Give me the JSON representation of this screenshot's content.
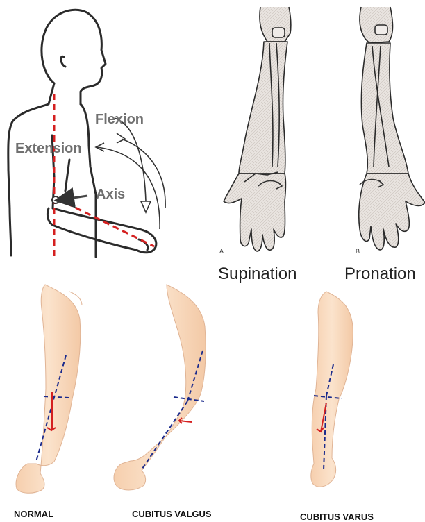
{
  "panels": {
    "flexion": {
      "flexion_label": "Flexion",
      "extension_label": "Extension",
      "axis_label": "Axis"
    },
    "rotation": {
      "panel_a_letter": "A",
      "panel_b_letter": "B",
      "supination_label": "Supination",
      "pronation_label": "Pronation"
    },
    "carrying_angle": {
      "normal_label": "NORMAL",
      "valgus_label": "CUBITUS VALGUS",
      "varus_label": "CUBITUS VARUS"
    }
  },
  "colors": {
    "red_dash": "#d42020",
    "blue_dash": "#1a2a8c",
    "label_gray": "#707070",
    "skin": "#f9dcc0",
    "bone_fill": "#e6e0dc",
    "outline": "#333333"
  },
  "icons": [
    "curved-arrow-icon",
    "pivot-circle-icon",
    "rotation-arrow-icon"
  ]
}
